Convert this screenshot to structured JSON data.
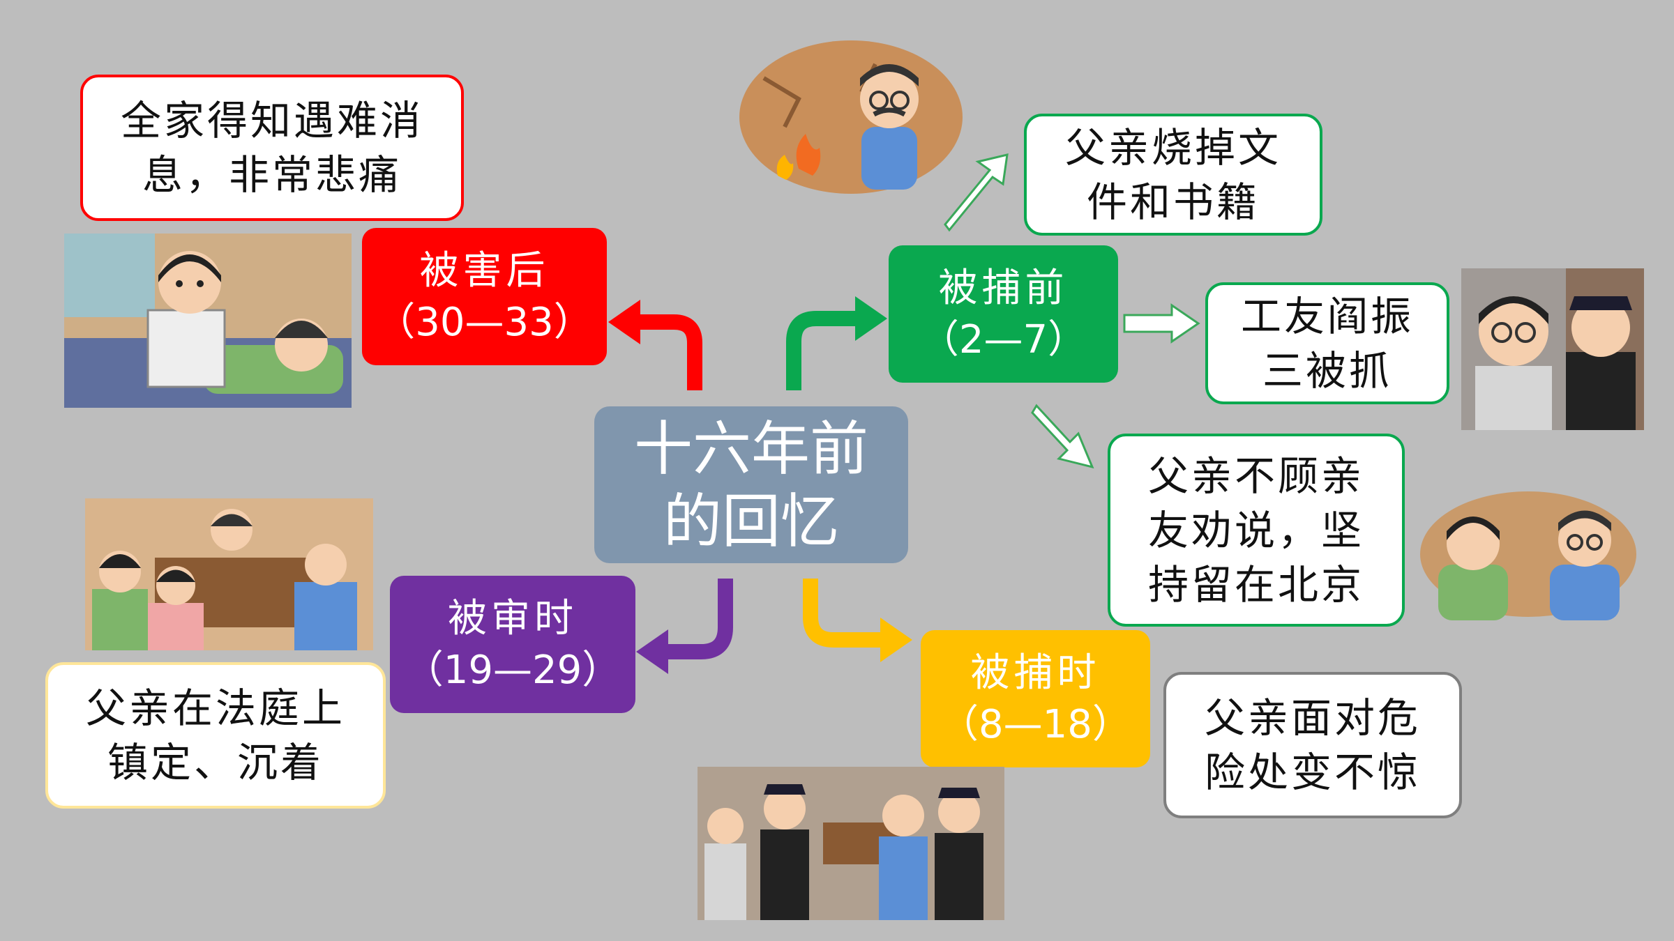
{
  "center": {
    "line1": "十六年前",
    "line2": "的回忆",
    "color": "#8096ad"
  },
  "sections": {
    "after_harm": {
      "title": "被害后",
      "range": "（30—33）",
      "color": "#ff0000"
    },
    "before_arrest": {
      "title": "被捕前",
      "range": "（2—7）",
      "color": "#0aa84f"
    },
    "trial": {
      "title": "被审时",
      "range": "（19—29）",
      "color": "#7030a0"
    },
    "arrest": {
      "title": "被捕时",
      "range": "（8—18）",
      "color": "#ffc000"
    }
  },
  "notes": {
    "family_grief": {
      "line1": "全家得知遇难消",
      "line2": "息，非常悲痛",
      "border": "#ff0000"
    },
    "burn_docs": {
      "line1": "父亲烧掉文",
      "line2": "件和书籍",
      "border": "#0aa84f"
    },
    "worker_arrested": {
      "line1": "工友阎振",
      "line2": "三被抓",
      "border": "#0aa84f"
    },
    "stay_beijing": {
      "line1": "父亲不顾亲",
      "line2": "友劝说，坚",
      "line3": "持留在北京",
      "border": "#0aa84f"
    },
    "court_calm": {
      "line1": "父亲在法庭上",
      "line2": "镇定、沉着",
      "border": "#ffe699"
    },
    "face_danger": {
      "line1": "父亲面对危",
      "line2": "险处变不惊",
      "border": "#7f7f7f"
    }
  },
  "illustrations": [
    "father-burning-illustration",
    "family-reading-illustration",
    "worker-arrest-illustration",
    "family-persuade-illustration",
    "court-scene-illustration",
    "arrest-scene-illustration"
  ]
}
